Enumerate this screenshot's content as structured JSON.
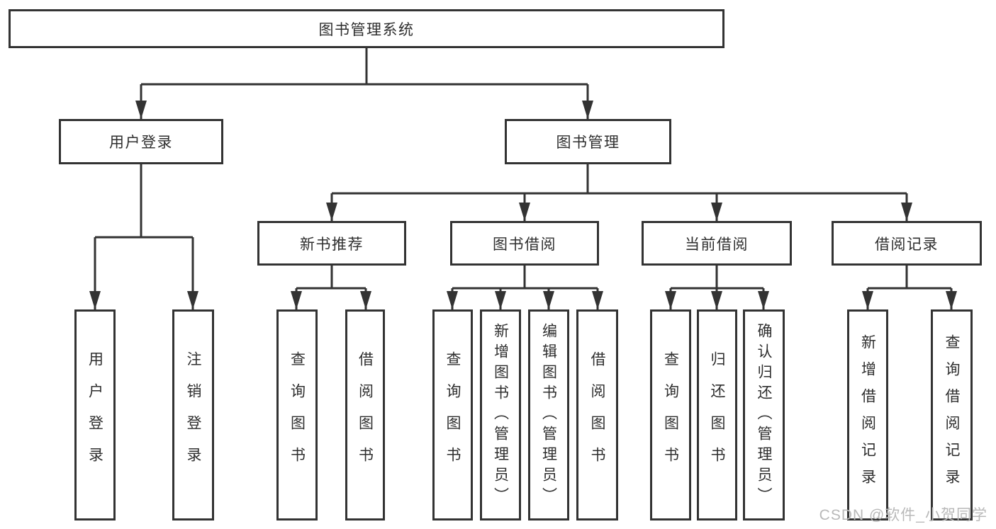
{
  "tree": {
    "label": "图书管理系统",
    "children": [
      {
        "label": "用户登录",
        "children": [
          {
            "label": "用户登录"
          },
          {
            "label": "注销登录"
          }
        ]
      },
      {
        "label": "图书管理",
        "children": [
          {
            "label": "新书推荐",
            "children": [
              {
                "label": "查询图书"
              },
              {
                "label": "借阅图书"
              }
            ]
          },
          {
            "label": "图书借阅",
            "children": [
              {
                "label": "查询图书"
              },
              {
                "label": "新增图书（管理员）"
              },
              {
                "label": "编辑图书（管理员）"
              },
              {
                "label": "借阅图书"
              }
            ]
          },
          {
            "label": "当前借阅",
            "children": [
              {
                "label": "查询图书"
              },
              {
                "label": "归还图书"
              },
              {
                "label": "确认归还（管理员）"
              }
            ]
          },
          {
            "label": "借阅记录",
            "children": [
              {
                "label": "新增借阅记录"
              },
              {
                "label": "查询借阅记录"
              }
            ]
          }
        ]
      }
    ]
  },
  "watermark": {
    "text": "CSDN @软件_小贺同学"
  },
  "colors": {
    "line": "#333333",
    "border": "#333333",
    "text": "#2e2e2e",
    "watermark": "#b9b9b9",
    "background": "#ffffff"
  }
}
